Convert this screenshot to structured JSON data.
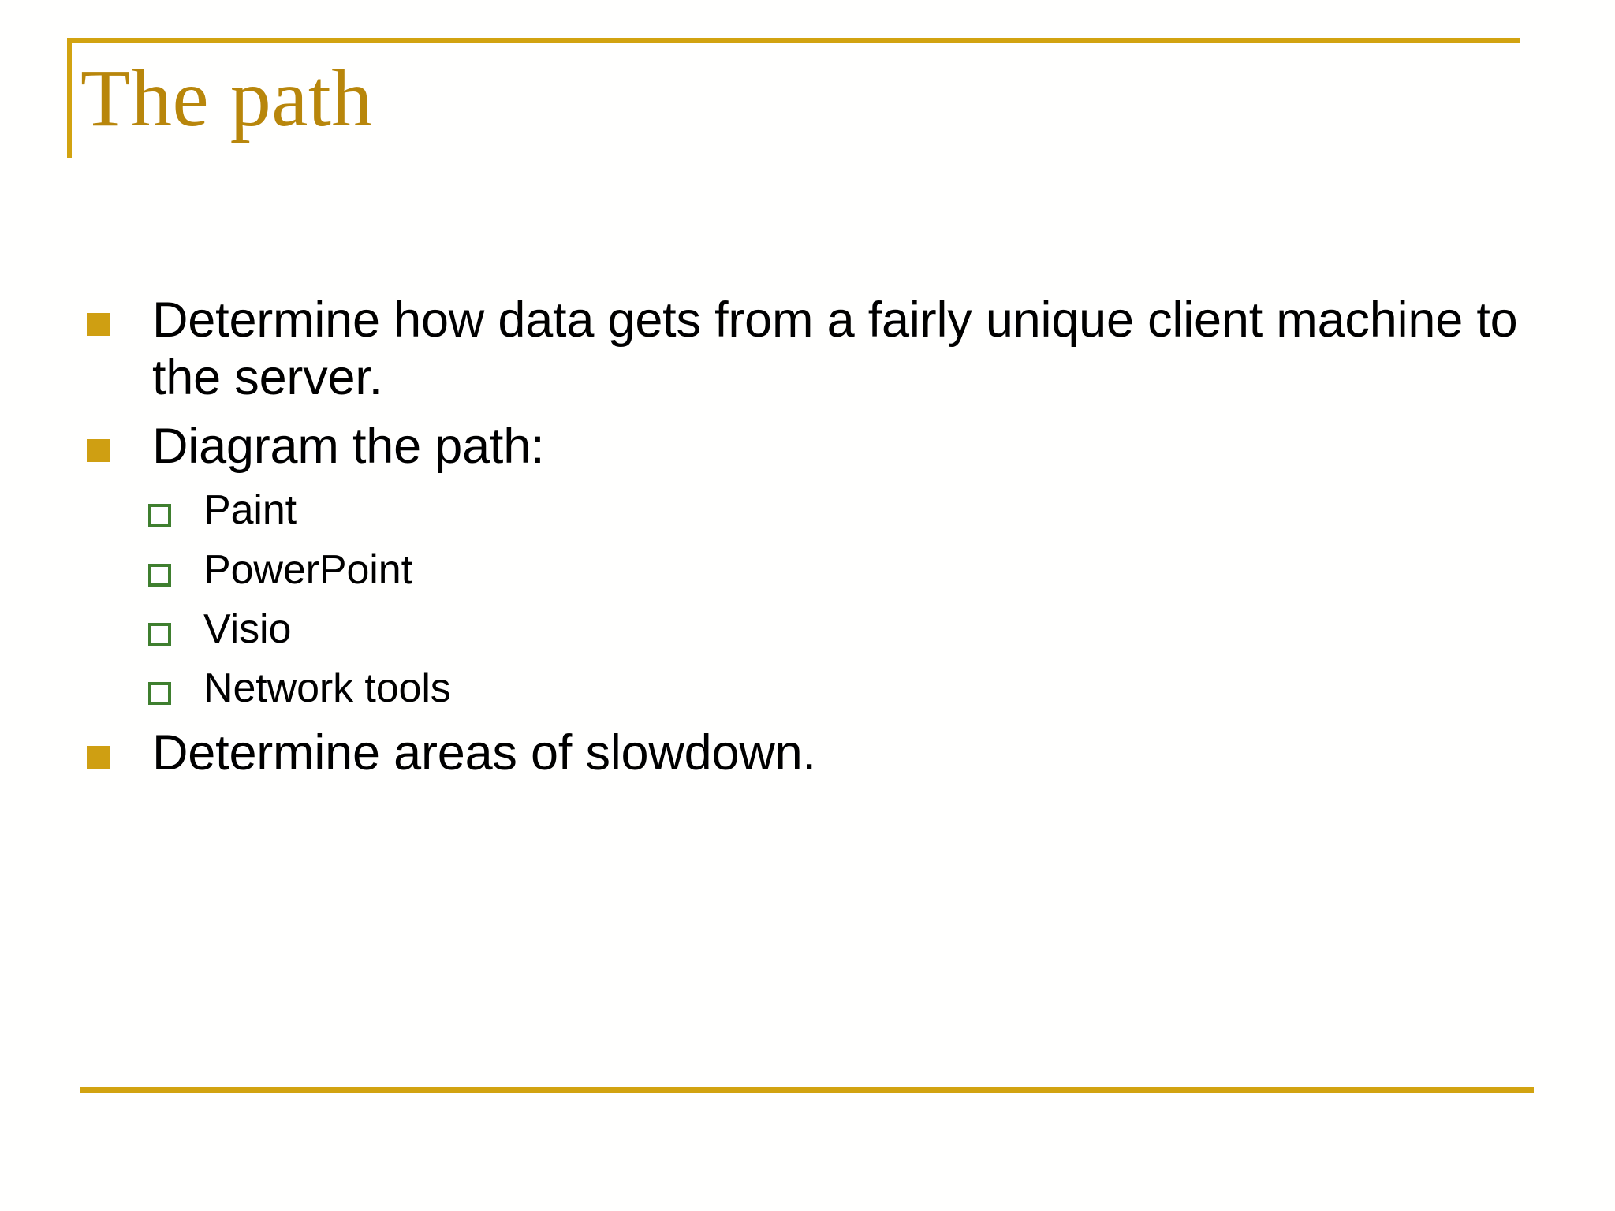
{
  "slide": {
    "title": "The path",
    "colors": {
      "background": "#fffffe",
      "title_text": "#b8860b",
      "rule": "#d2a310",
      "bullet_level1_marker": "#cf9f12",
      "bullet_level2_marker": "#3f7f2f",
      "body_text": "#000000"
    },
    "decorations": {
      "top_rule_name": "top-gold-rule",
      "left_rule_name": "left-gold-rule",
      "bottom_rule_name": "bottom-gold-rule"
    },
    "content": {
      "bullets": [
        {
          "level": 1,
          "text": "Determine how data gets from a fairly unique client machine to the server.",
          "marker": "filled-square-marker"
        },
        {
          "level": 1,
          "text": "Diagram the path:",
          "marker": "filled-square-marker",
          "children": [
            {
              "level": 2,
              "text": "Paint",
              "marker": "hollow-square-marker"
            },
            {
              "level": 2,
              "text": "PowerPoint",
              "marker": "hollow-square-marker"
            },
            {
              "level": 2,
              "text": "Visio",
              "marker": "hollow-square-marker"
            },
            {
              "level": 2,
              "text": "Network tools",
              "marker": "hollow-square-marker"
            }
          ]
        },
        {
          "level": 1,
          "text": "Determine areas of slowdown.",
          "marker": "filled-square-marker"
        }
      ]
    }
  }
}
